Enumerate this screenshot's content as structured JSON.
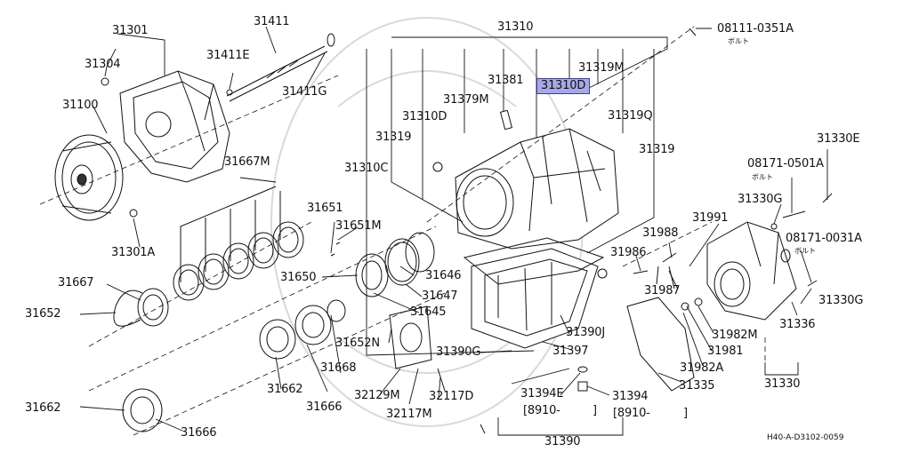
{
  "labels": {
    "p31301": "31301",
    "p31304": "31304",
    "p31100": "31100",
    "p31301a": "31301A",
    "p31411": "31411",
    "p31411e": "31411E",
    "p31411g": "31411G",
    "p31667m": "31667M",
    "p31667": "31667",
    "p31652": "31652",
    "p31662": "31662",
    "p31662b": "31662",
    "p31666a": "31666",
    "p31666b": "31666",
    "p31651": "31651",
    "p31651m": "31651M",
    "p31650": "31650",
    "p31646": "31646",
    "p31647": "31647",
    "p31645": "31645",
    "p31652n": "31652N",
    "p31668": "31668",
    "p32129m": "32129M",
    "p32117m": "32117M",
    "p32117d": "32117D",
    "p31310": "31310",
    "p31310d_a": "31310D",
    "p31310d_b": "31310D",
    "p31310c": "31310C",
    "p31319a": "31319",
    "p31319b": "31319",
    "p31379m": "31379M",
    "p31381": "31381",
    "p31319m": "31319M",
    "p31319q": "31319Q",
    "p08111": "08111-0351A",
    "p31390j": "31390J",
    "p31390g": "31390G",
    "p31397": "31397",
    "p31394e": "31394E",
    "p31394": "31394",
    "p8910a": "[8910-",
    "p8910a_end": "]",
    "p8910b": "[8910-",
    "p8910b_end": "]",
    "p31390": "31390",
    "p31330e": "31330E",
    "p08171_0501": "08171-0501A",
    "p31330g_a": "31330G",
    "p08171_0031": "08171-0031A",
    "p31330g_b": "31330G",
    "p31991": "31991",
    "p31988": "31988",
    "p31986": "31986",
    "p31987": "31987",
    "p31982m": "31982M",
    "p31981": "31981",
    "p31982a": "31982A",
    "p31335": "31335",
    "p31336": "31336",
    "p31330": "31330"
  },
  "bolt_notes": {
    "n08111": "ボルト",
    "n08171_0501": "ボルト",
    "n08171_0031": "ボルト"
  },
  "highlight_color": "#a7a9e6",
  "diagram_code": "H40-A-D3102-0059"
}
